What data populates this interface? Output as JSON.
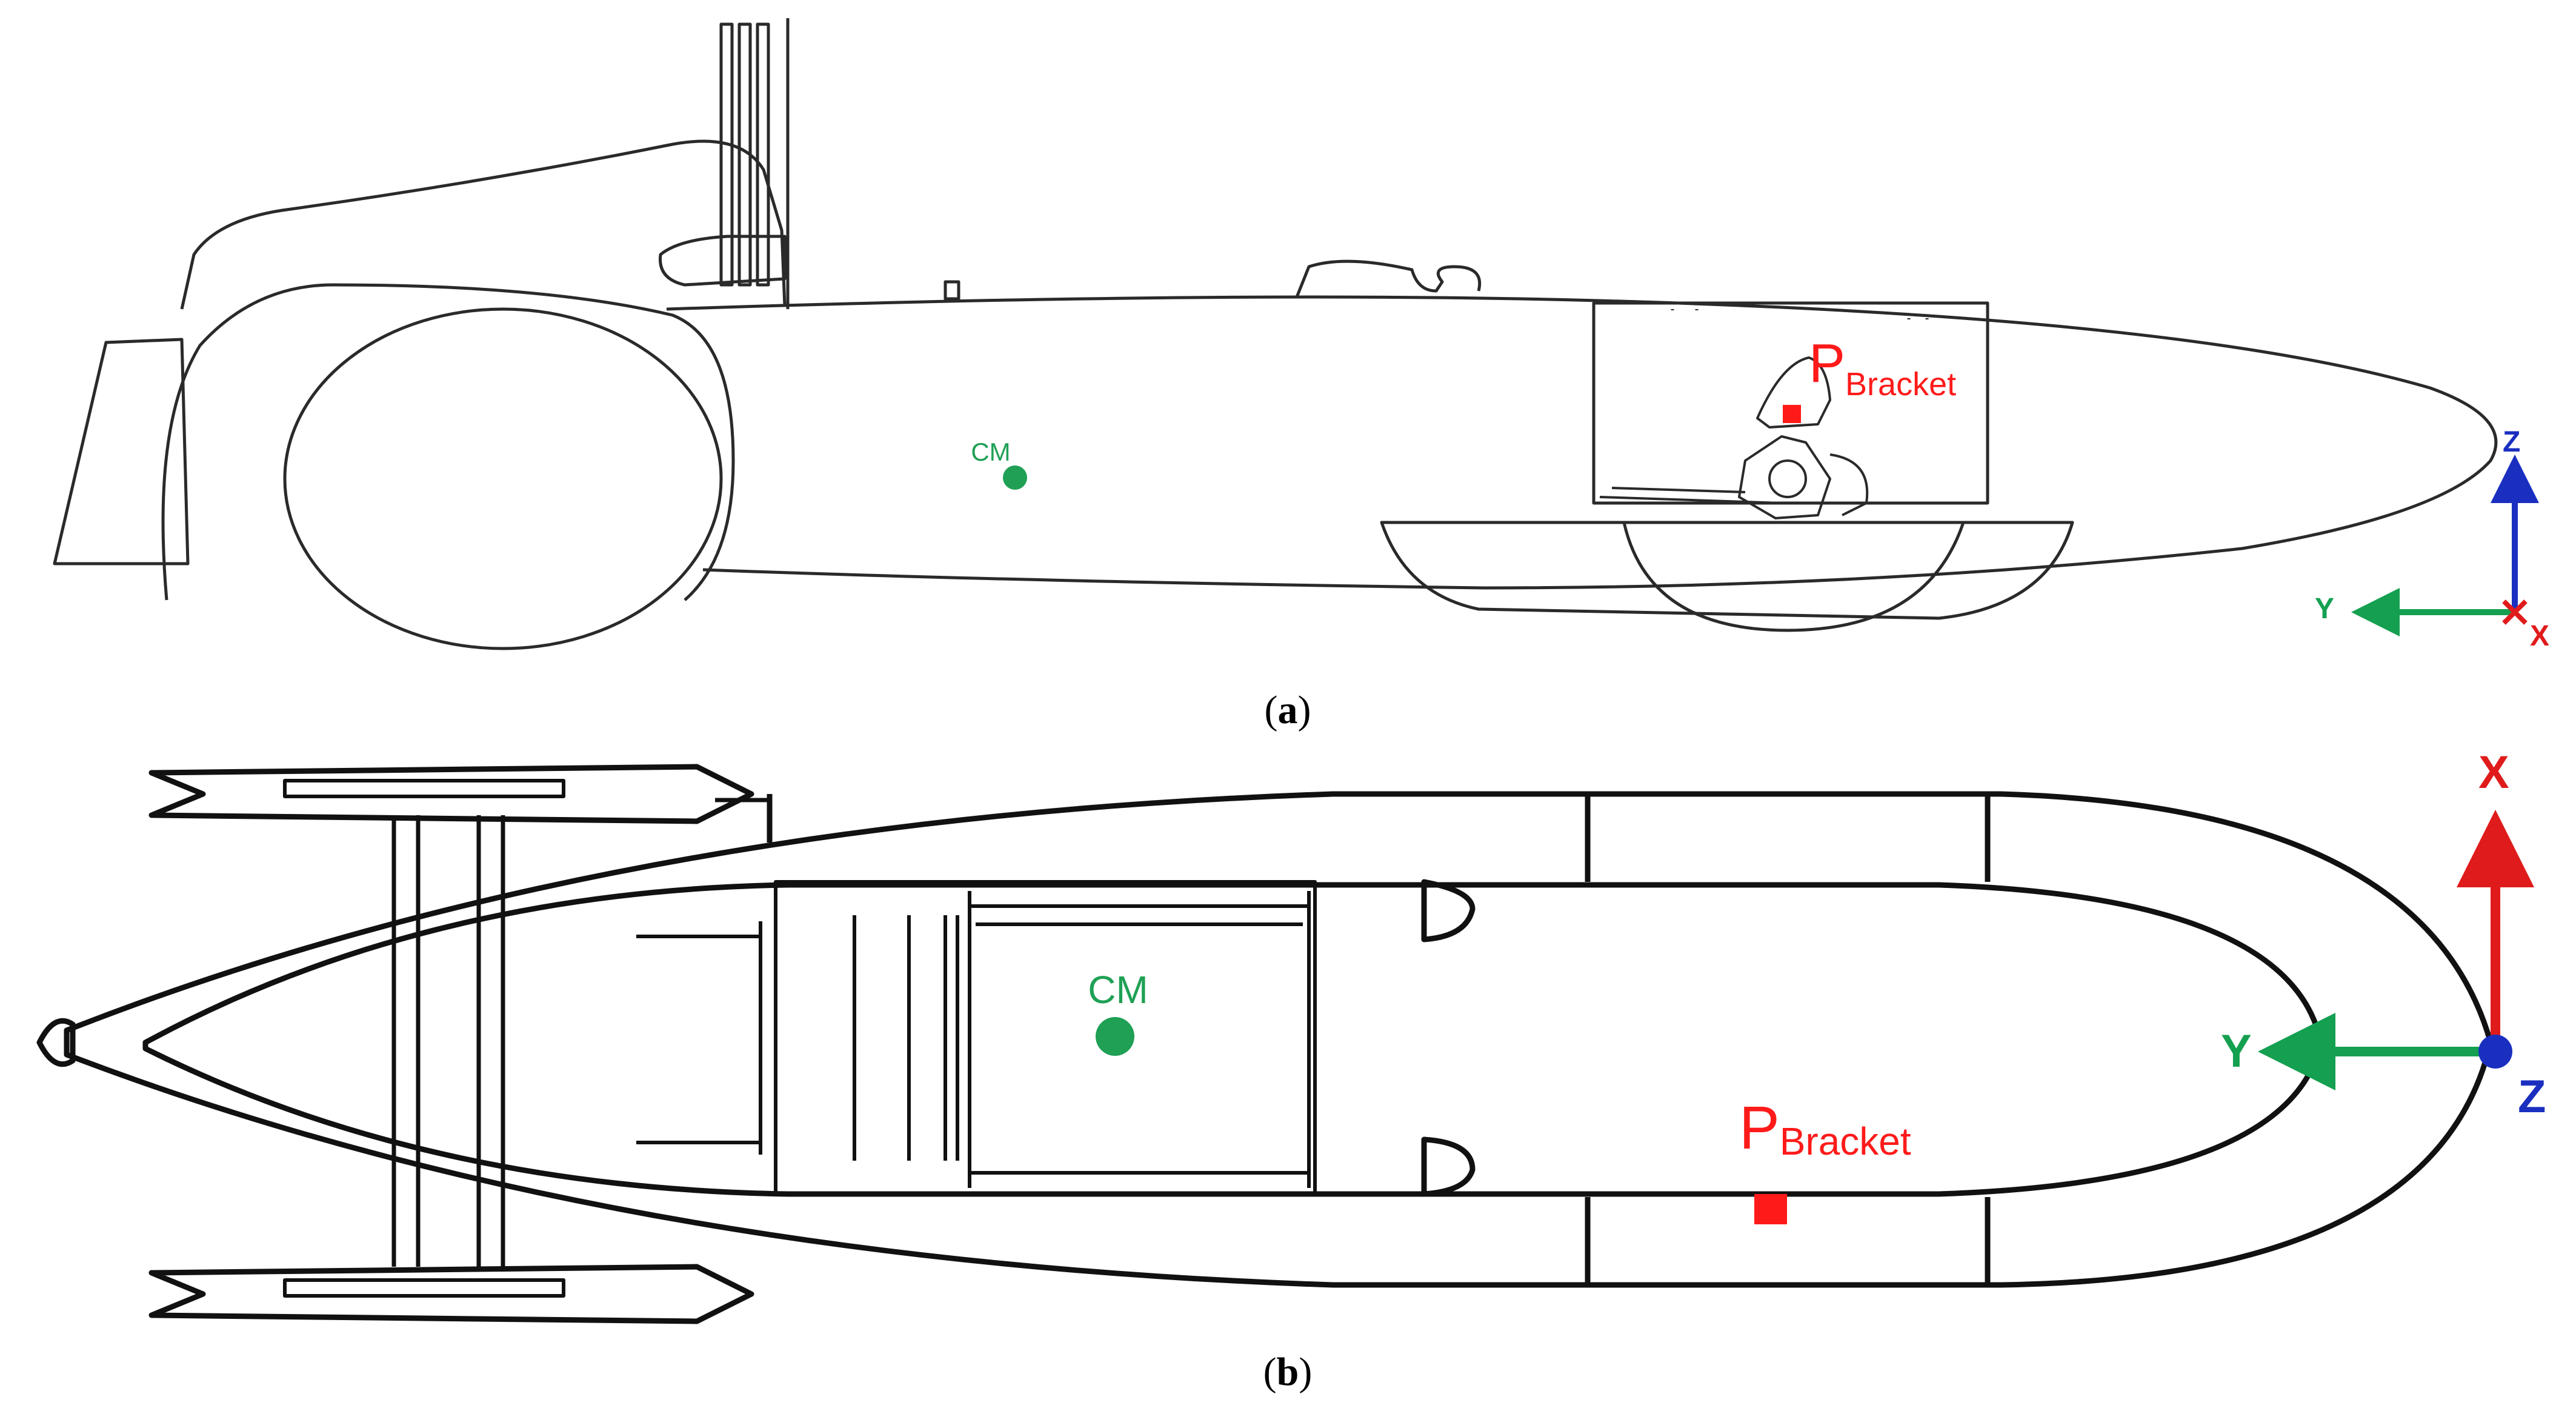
{
  "panel_a": {
    "caption_open": "(",
    "caption_letter": "a",
    "caption_close": ")",
    "cm_label": "CM",
    "pbracket_main": "P",
    "pbracket_sub": "Bracket",
    "axes": {
      "z": "Z",
      "y": "Y",
      "x": "X"
    }
  },
  "panel_b": {
    "caption_open": "(",
    "caption_letter": "b",
    "caption_close": ")",
    "cm_label": "CM",
    "pbracket_main": "P",
    "pbracket_sub": "Bracket",
    "axes": {
      "x": "X",
      "y": "Y",
      "z": "Z"
    }
  },
  "colors": {
    "cm": "#1fa055",
    "bracket": "#ff1a1a",
    "axis_x": "#e01b1b",
    "axis_y": "#14a050",
    "axis_z": "#1a2fc0",
    "line": "#2a2a2a"
  },
  "icons": [
    "cm-marker-icon",
    "bracket-marker-icon",
    "axis-triad-icon"
  ]
}
